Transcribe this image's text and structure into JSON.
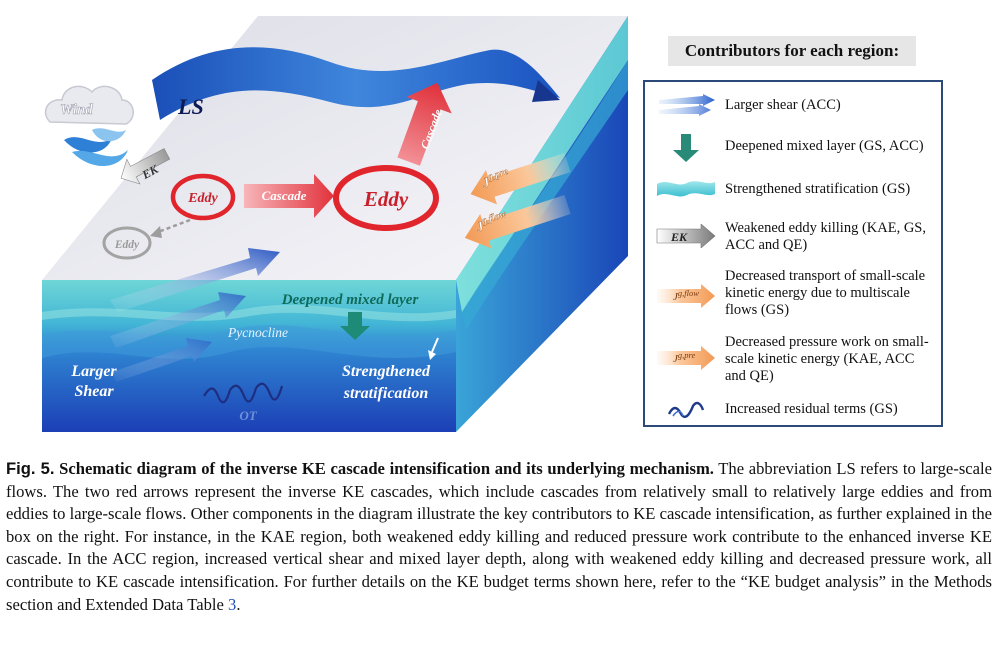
{
  "diagram": {
    "ls_label": "LS",
    "wind_label": "Wind",
    "ek_label": "EK",
    "eddy_small_label": "Eddy",
    "eddy_faded_label": "Eddy",
    "cascade_horizontal_label": "Cascade",
    "eddy_large_label": "Eddy",
    "cascade_diagonal_label": "Cascade",
    "jpre_label": "J",
    "jpre_sup": "g,pre",
    "jflow_label": "J",
    "jflow_sup": "g,flow",
    "mixed_layer_label": "Deepened mixed layer",
    "pycnocline_label": "Pycnocline",
    "larger_shear_line1": "Larger",
    "larger_shear_line2": "Shear",
    "ot_label": "OT",
    "strat_line1": "Strengthened",
    "strat_line2": "stratification",
    "colors": {
      "eddy_red": "#e0262c",
      "ls_blue": "#1f5bc4",
      "ocean_deep": "#2457c2",
      "mixed_layer": "#58d0d2",
      "cascade_pink": "#f0727a",
      "flux_orange": "#f5a86a"
    }
  },
  "legend": {
    "title": "Contributors for each region:",
    "items": [
      {
        "icon": "shear-arrows-icon",
        "text": "Larger shear (ACC)"
      },
      {
        "icon": "down-arrow-icon",
        "text": "Deepened mixed layer (GS, ACC)"
      },
      {
        "icon": "wave-band-icon",
        "text": "Strengthened stratification (GS)"
      },
      {
        "icon": "ek-arrow-icon",
        "label": "EK",
        "text": "Weakened eddy killing (KAE, GS, ACC and QE)"
      },
      {
        "icon": "jflow-arrow-icon",
        "label": "J",
        "sup": "g,flow",
        "text": "Decreased transport of small-scale kinetic energy due to multiscale flows (GS)"
      },
      {
        "icon": "jpre-arrow-icon",
        "label": "J",
        "sup": "g,pre",
        "text": "Decreased pressure work on small-scale kinetic energy (KAE, ACC and QE)"
      },
      {
        "icon": "residual-wave-icon",
        "text": "Increased residual terms (GS)"
      }
    ]
  },
  "caption": {
    "label": "Fig. 5.",
    "title": "Schematic diagram of the inverse KE cascade intensification and its underlying mechanism.",
    "body": " The abbreviation LS refers to large-scale flows. The two red arrows represent the inverse KE cascades, which include cascades from relatively small to relatively large eddies and from eddies to large-scale flows. Other components in the diagram illustrate the key contributors to KE cascade intensification, as further explained in the box on the right. For instance, in the KAE region, both weakened eddy killing and reduced pressure work contribute to the enhanced inverse KE cascade. In the ACC region, increased vertical shear and mixed layer depth, along with weakened eddy killing and decreased pressure work, all contribute to KE cascade intensification. For further details on the KE budget terms shown here, refer to the “KE budget analysis” in the Methods section and Extended Data Table ",
    "table_ref": "3",
    "end": "."
  }
}
